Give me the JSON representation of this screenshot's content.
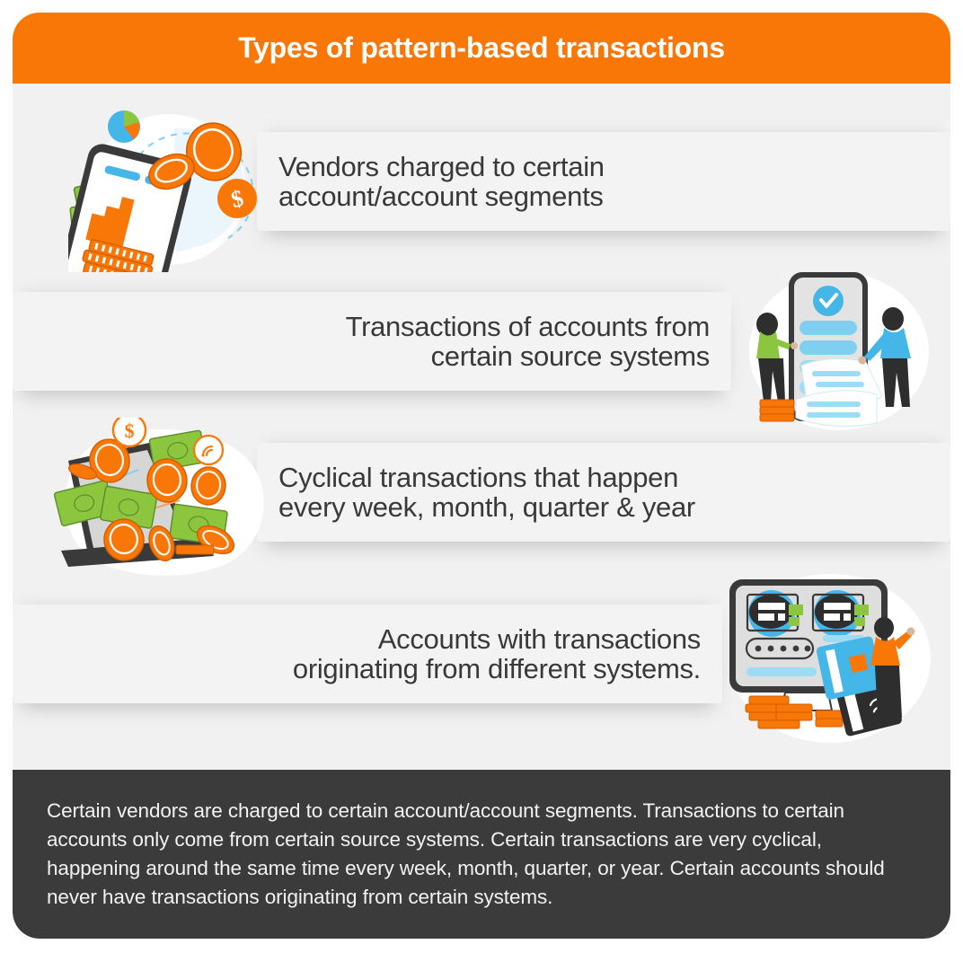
{
  "header": {
    "title": "Types of pattern-based transactions",
    "background_color": "#f97707",
    "text_color": "#ffffff"
  },
  "theme": {
    "card_background": "#f1f1f1",
    "body_text_color": "#393939",
    "accent_orange": "#f97707",
    "accent_blue": "#45b6e8",
    "accent_green": "#8cc63f",
    "footer_background": "#3b3b3b",
    "footer_text_color": "#f2f2f2",
    "page_background": "#ffffff"
  },
  "rows": [
    {
      "id": "row-1",
      "text": "Vendors charged to certain\naccount/account segments",
      "text_align": "left",
      "illustration": "phone-coins-money-chart-illustration",
      "illustration_side": "left"
    },
    {
      "id": "row-2",
      "text": "Transactions of accounts from\ncertain source systems",
      "text_align": "right",
      "illustration": "phone-receipt-people-illustration",
      "illustration_side": "right"
    },
    {
      "id": "row-3",
      "text": "Cyclical transactions that happen\nevery week, month, quarter & year",
      "text_align": "left",
      "illustration": "laptop-flying-money-coins-illustration",
      "illustration_side": "left"
    },
    {
      "id": "row-4",
      "text": "Accounts with transactions\noriginating from different systems.",
      "text_align": "right",
      "illustration": "monitor-cards-coins-person-illustration",
      "illustration_side": "right"
    }
  ],
  "footer": {
    "text": "Certain vendors are charged to certain account/account segments. Transactions to certain accounts only come from certain source systems. Certain transactions are very cyclical, happening around the same time every week, month, quarter, or year. Certain accounts should never have transactions originating from certain systems."
  }
}
